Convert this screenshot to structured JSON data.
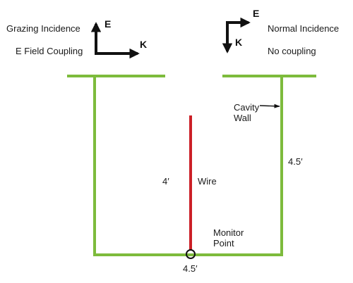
{
  "grazing": {
    "title": "Grazing Incidence",
    "subtitle": "E  Field Coupling",
    "e_label": "E",
    "k_label": "K"
  },
  "normal": {
    "title": "Normal Incidence",
    "subtitle": "No coupling",
    "e_label": "E",
    "k_label": "K"
  },
  "cavity_wall_label": [
    "Cavity",
    "Wall"
  ],
  "wire_label": "Wire",
  "wire_length_label": "4′",
  "cavity_height_label": "4.5′",
  "cavity_width_label": "4.5′",
  "monitor_point_label": [
    "Monitor",
    "Point"
  ],
  "colors": {
    "cavity": "#7dbb3c",
    "wire": "#cc2027",
    "arrow": "#111111",
    "text": "#1a1a1a"
  }
}
